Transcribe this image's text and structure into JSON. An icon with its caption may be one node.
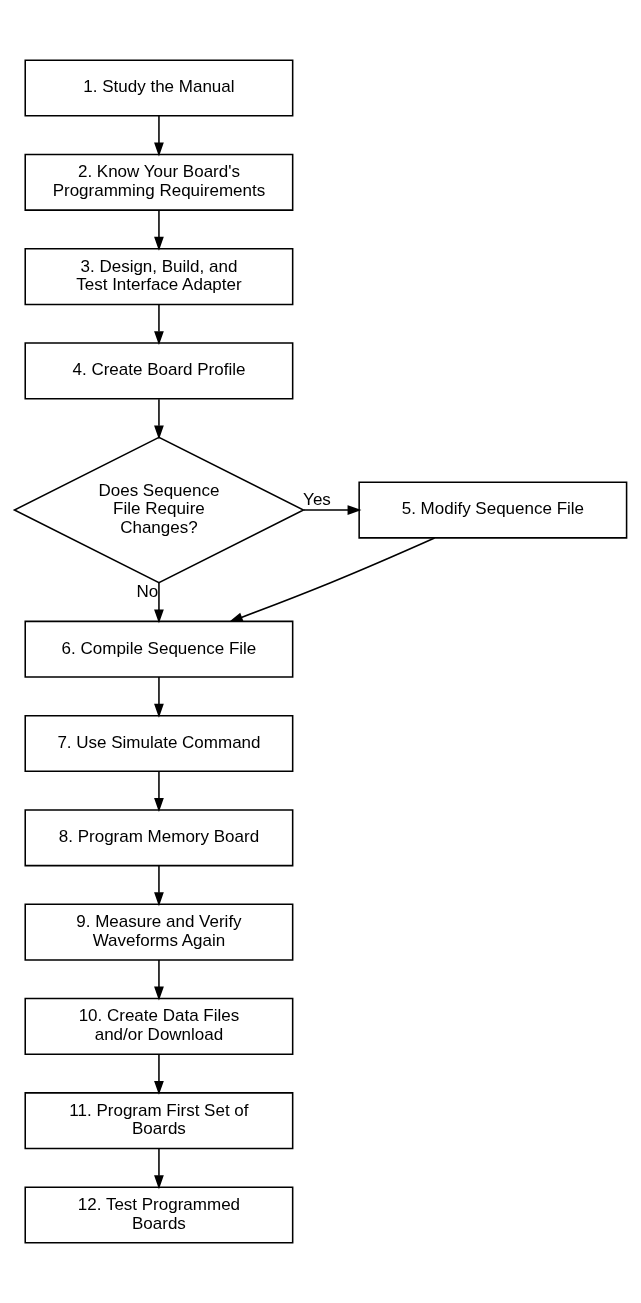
{
  "diagram": {
    "nodes": [
      {
        "text": [
          "1. Study the Manual"
        ]
      },
      {
        "text": [
          "2. Know Your Board's Programming Requirements"
        ]
      },
      {
        "text": [
          "3. Design, Build, and Test Interface Adapter"
        ]
      },
      {
        "text": [
          "4. Create Board Profile"
        ]
      },
      {
        "text": [
          "Does Sequence File Require Changes?"
        ]
      },
      {
        "text": [
          "5. Modify Sequence File"
        ]
      },
      {
        "text": [
          "6. Compile Sequence File"
        ]
      },
      {
        "text": [
          "7. Use Simulate Command"
        ]
      },
      {
        "text": [
          "8. Program Memory Board"
        ]
      },
      {
        "text": [
          "9. Measure and Verify Waveforms Again"
        ]
      },
      {
        "text": [
          "10. Create Data Files and/or Download"
        ]
      },
      {
        "text": [
          "11. Program First Set of Boards"
        ]
      },
      {
        "text": [
          "12. Test Programmed Boards"
        ]
      }
    ],
    "edges": [
      {
        "from": 0,
        "to": 1,
        "arrow": "to"
      },
      {
        "from": 1,
        "to": 2,
        "arrow": "to"
      },
      {
        "from": 2,
        "to": 3,
        "arrow": "to"
      },
      {
        "from": 3,
        "to": 4,
        "arrow": "to"
      },
      {
        "from": 4,
        "to": 5,
        "arrow": "to",
        "label": "Yes"
      },
      {
        "from": 5,
        "to": 6,
        "arrow": "to"
      },
      {
        "from": 4,
        "to": 6,
        "arrow": "to",
        "label": "No"
      },
      {
        "from": 6,
        "to": 7,
        "arrow": "to"
      },
      {
        "from": 7,
        "to": 8,
        "arrow": "to"
      },
      {
        "from": 8,
        "to": 9,
        "arrow": "to"
      },
      {
        "from": 9,
        "to": 10,
        "arrow": "to"
      },
      {
        "from": 10,
        "to": 11,
        "arrow": "to"
      },
      {
        "from": 11,
        "to": 12,
        "arrow": "to"
      }
    ]
  }
}
